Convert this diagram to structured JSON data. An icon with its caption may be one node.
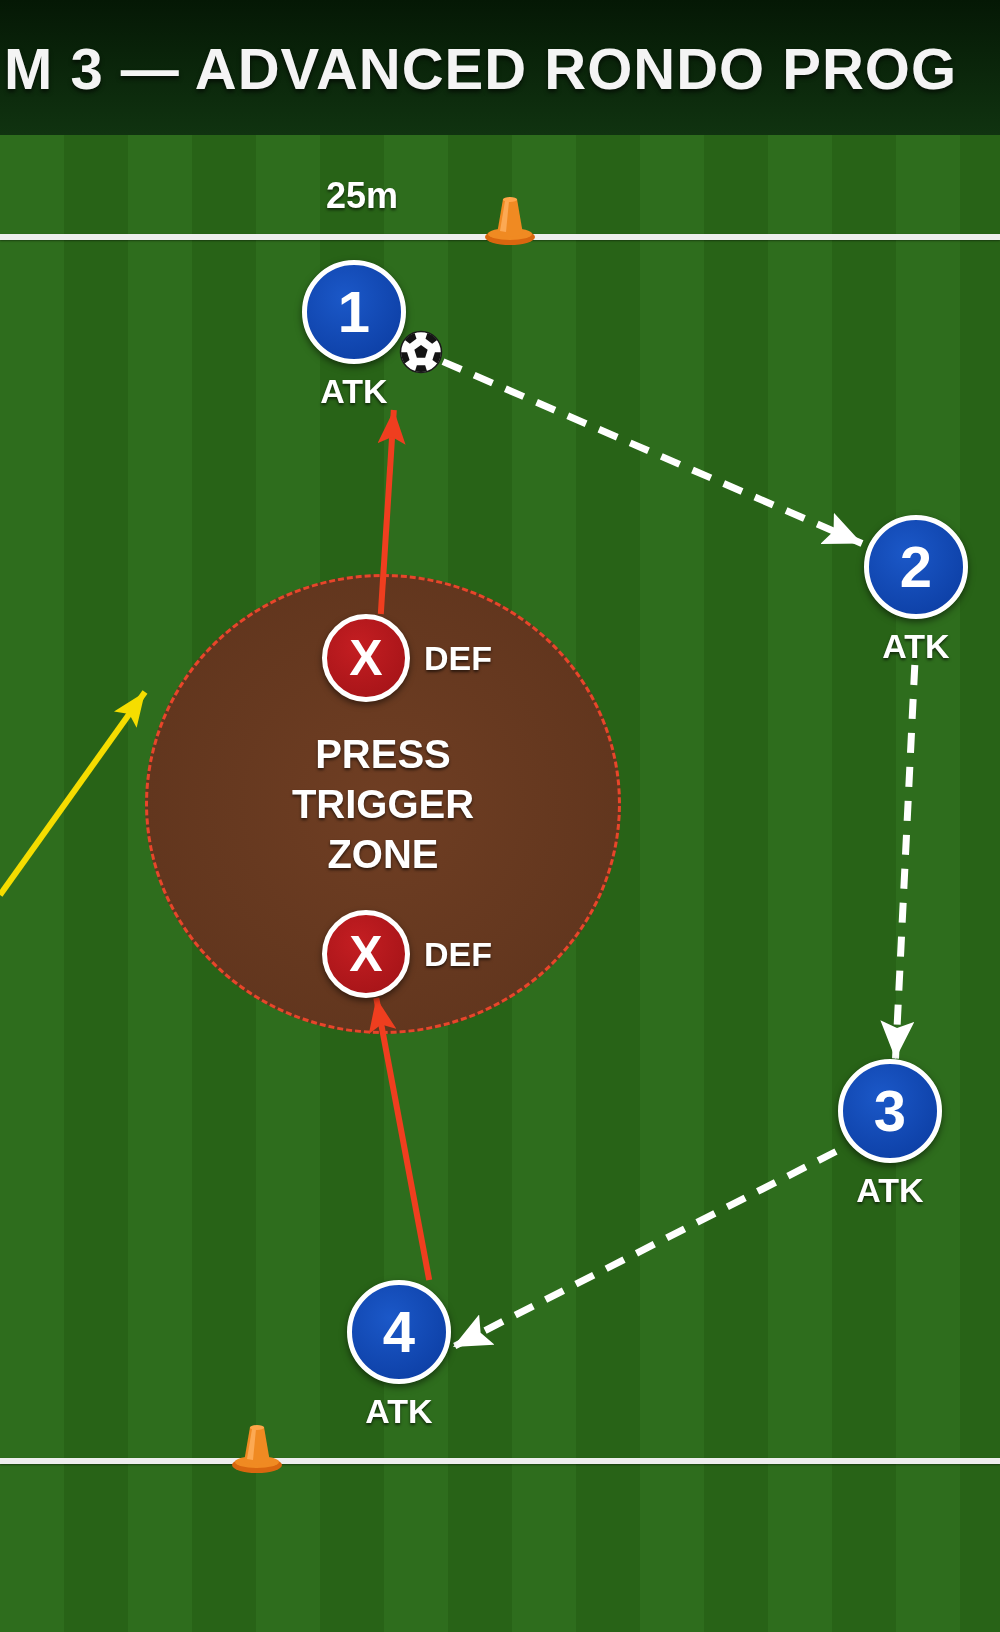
{
  "diagram": {
    "title": "M 3 — ADVANCED RONDO PROG",
    "nodes": [
      {
        "text": [
          "1"
        ],
        "beside": [
          "ATK"
        ]
      },
      {
        "text": [],
        "shape": "picture"
      },
      {
        "text": [
          "2"
        ],
        "beside": [
          "ATK"
        ]
      },
      {
        "text": [
          "PRESS TRIGGER ZONE"
        ]
      },
      {
        "text": [
          "X"
        ],
        "beside": [
          "DEF"
        ],
        "in": 3
      },
      {
        "text": [
          "X"
        ],
        "beside": [
          "DEF"
        ],
        "in": 3
      },
      {
        "text": [
          "3"
        ],
        "beside": [
          "ATK"
        ]
      },
      {
        "text": [
          "4"
        ],
        "beside": [
          "ATK"
        ]
      }
    ],
    "edges": [
      {
        "from": 1,
        "to": 2,
        "arrow": "to",
        "style": "dashed"
      },
      {
        "from": 2,
        "to": 6,
        "arrow": "to",
        "style": "dashed"
      },
      {
        "from": 6,
        "to": 7,
        "arrow": "to",
        "style": "dashed"
      },
      {
        "from": 4,
        "to": 0,
        "arrow": "to",
        "color": "#ef3e1f"
      },
      {
        "from": 7,
        "to": 5,
        "arrow": "to",
        "color": "#ef3e1f"
      },
      {
        "from": null,
        "to": 3,
        "arrow": "to",
        "color": "#f5dd00"
      }
    ],
    "labels": [
      "25m"
    ]
  }
}
